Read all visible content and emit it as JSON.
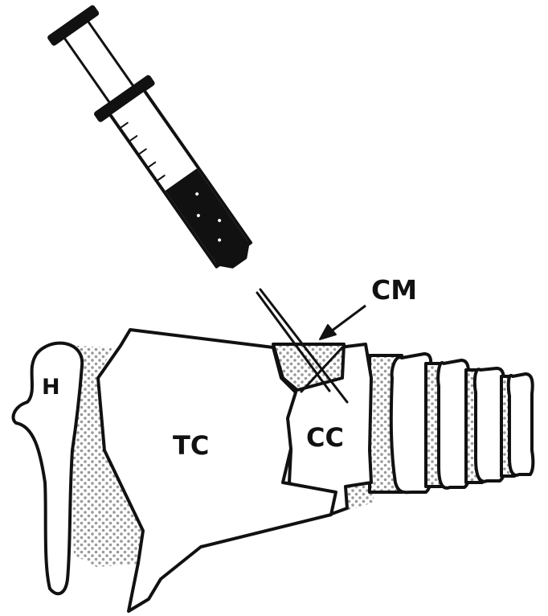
{
  "labels": {
    "hyoid": "H",
    "thyroid_cartilage": "TC",
    "cricoid_cartilage": "CC",
    "cricothyroid_membrane": "CM"
  },
  "colors": {
    "ink": "#111111",
    "background": "#ffffff",
    "dot": "#9a9a9a"
  },
  "icons": {
    "syringe": "syringe-icon",
    "needle": "needle-icon",
    "arrow": "arrow-icon"
  }
}
